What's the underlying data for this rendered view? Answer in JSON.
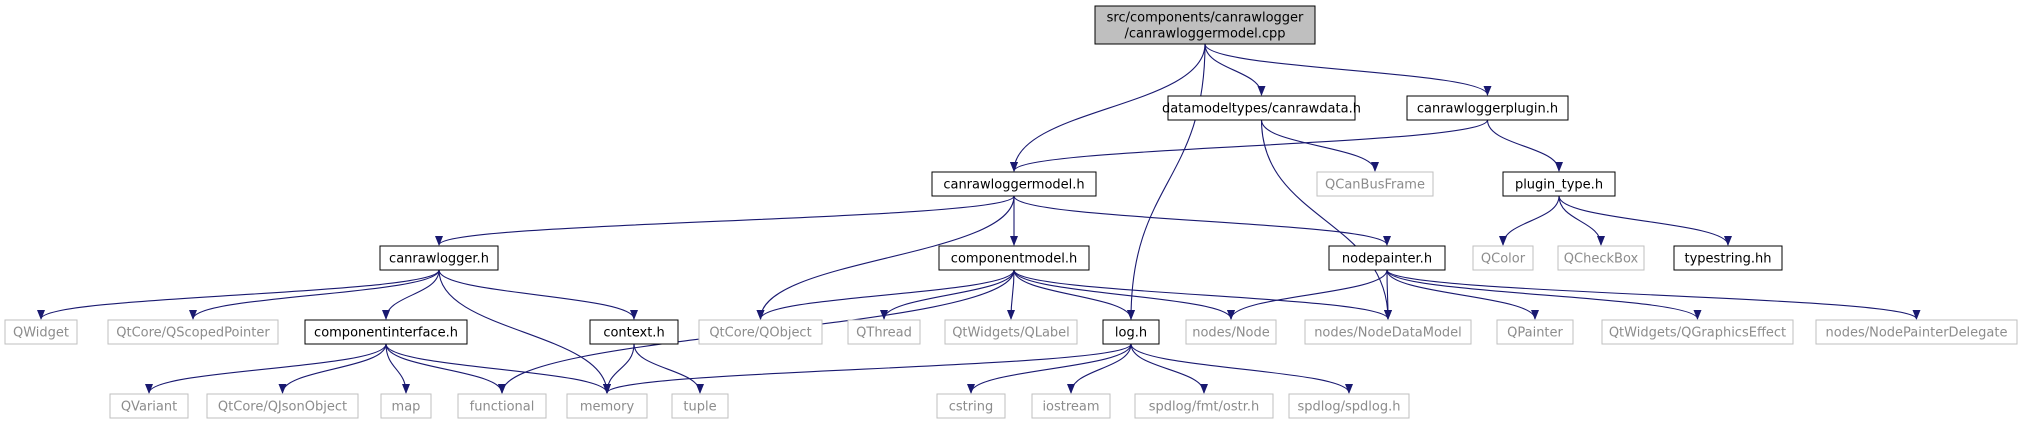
{
  "diagram": {
    "type": "include-dependency-graph",
    "edge_color": "#191970",
    "nodes": [
      {
        "id": "root",
        "kind": "root",
        "lines": [
          "src/components/canrawlogger",
          "/canrawloggermodel.cpp"
        ]
      },
      {
        "id": "canrawdata_h",
        "kind": "normal",
        "lines": [
          "datamodeltypes/canrawdata.h"
        ]
      },
      {
        "id": "canrawloggerplugin_h",
        "kind": "normal",
        "lines": [
          "canrawloggerplugin.h"
        ]
      },
      {
        "id": "canrawloggermodel_h",
        "kind": "normal",
        "lines": [
          "canrawloggermodel.h"
        ]
      },
      {
        "id": "qcanbusframe",
        "kind": "external",
        "lines": [
          "QCanBusFrame"
        ]
      },
      {
        "id": "plugin_type_h",
        "kind": "normal",
        "lines": [
          "plugin_type.h"
        ]
      },
      {
        "id": "canrawlogger_h",
        "kind": "normal",
        "lines": [
          "canrawlogger.h"
        ]
      },
      {
        "id": "componentmodel_h",
        "kind": "normal",
        "lines": [
          "componentmodel.h"
        ]
      },
      {
        "id": "nodepainter_h",
        "kind": "normal",
        "lines": [
          "nodepainter.h"
        ]
      },
      {
        "id": "qcolor",
        "kind": "external",
        "lines": [
          "QColor"
        ]
      },
      {
        "id": "qcheckbox",
        "kind": "external",
        "lines": [
          "QCheckBox"
        ]
      },
      {
        "id": "typestring_hh",
        "kind": "normal",
        "lines": [
          "typestring.hh"
        ]
      },
      {
        "id": "qwidget",
        "kind": "external",
        "lines": [
          "QWidget"
        ]
      },
      {
        "id": "qscopedpointer",
        "kind": "external",
        "lines": [
          "QtCore/QScopedPointer"
        ]
      },
      {
        "id": "componentinterface_h",
        "kind": "normal",
        "lines": [
          "componentinterface.h"
        ]
      },
      {
        "id": "context_h",
        "kind": "normal",
        "lines": [
          "context.h"
        ]
      },
      {
        "id": "qobject",
        "kind": "external",
        "lines": [
          "QtCore/QObject"
        ]
      },
      {
        "id": "qthread",
        "kind": "external",
        "lines": [
          "QThread"
        ]
      },
      {
        "id": "qlabel",
        "kind": "external",
        "lines": [
          "QtWidgets/QLabel"
        ]
      },
      {
        "id": "log_h",
        "kind": "normal",
        "lines": [
          "log.h"
        ]
      },
      {
        "id": "nodes_node",
        "kind": "external",
        "lines": [
          "nodes/Node"
        ]
      },
      {
        "id": "nodes_nodedatamodel",
        "kind": "external",
        "lines": [
          "nodes/NodeDataModel"
        ]
      },
      {
        "id": "qpainter",
        "kind": "external",
        "lines": [
          "QPainter"
        ]
      },
      {
        "id": "qgraphicseffect",
        "kind": "external",
        "lines": [
          "QtWidgets/QGraphicsEffect"
        ]
      },
      {
        "id": "nodepainterdelegate",
        "kind": "external",
        "lines": [
          "nodes/NodePainterDelegate"
        ]
      },
      {
        "id": "qvariant",
        "kind": "external",
        "lines": [
          "QVariant"
        ]
      },
      {
        "id": "qjsonobject",
        "kind": "external",
        "lines": [
          "QtCore/QJsonObject"
        ]
      },
      {
        "id": "map",
        "kind": "external",
        "lines": [
          "map"
        ]
      },
      {
        "id": "functional",
        "kind": "external",
        "lines": [
          "functional"
        ]
      },
      {
        "id": "memory",
        "kind": "external",
        "lines": [
          "memory"
        ]
      },
      {
        "id": "tuple",
        "kind": "external",
        "lines": [
          "tuple"
        ]
      },
      {
        "id": "cstring",
        "kind": "external",
        "lines": [
          "cstring"
        ]
      },
      {
        "id": "iostream",
        "kind": "external",
        "lines": [
          "iostream"
        ]
      },
      {
        "id": "fmt_ostr_h",
        "kind": "external",
        "lines": [
          "spdlog/fmt/ostr.h"
        ]
      },
      {
        "id": "spdlog_h",
        "kind": "external",
        "lines": [
          "spdlog/spdlog.h"
        ]
      }
    ],
    "edges": [
      [
        "root",
        "canrawloggermodel_h"
      ],
      [
        "root",
        "log_h"
      ],
      [
        "root",
        "canrawdata_h"
      ],
      [
        "root",
        "canrawloggerplugin_h"
      ],
      [
        "canrawdata_h",
        "qcanbusframe"
      ],
      [
        "canrawdata_h",
        "nodes_nodedatamodel"
      ],
      [
        "canrawloggerplugin_h",
        "canrawloggermodel_h"
      ],
      [
        "canrawloggerplugin_h",
        "plugin_type_h"
      ],
      [
        "plugin_type_h",
        "qcolor"
      ],
      [
        "plugin_type_h",
        "qcheckbox"
      ],
      [
        "plugin_type_h",
        "typestring_hh"
      ],
      [
        "canrawloggermodel_h",
        "canrawlogger_h"
      ],
      [
        "canrawloggermodel_h",
        "componentmodel_h"
      ],
      [
        "canrawloggermodel_h",
        "nodepainter_h"
      ],
      [
        "canrawloggermodel_h",
        "qobject"
      ],
      [
        "canrawlogger_h",
        "qwidget"
      ],
      [
        "canrawlogger_h",
        "qscopedpointer"
      ],
      [
        "canrawlogger_h",
        "componentinterface_h"
      ],
      [
        "canrawlogger_h",
        "context_h"
      ],
      [
        "canrawlogger_h",
        "memory"
      ],
      [
        "componentmodel_h",
        "qobject"
      ],
      [
        "componentmodel_h",
        "qthread"
      ],
      [
        "componentmodel_h",
        "qlabel"
      ],
      [
        "componentmodel_h",
        "log_h"
      ],
      [
        "componentmodel_h",
        "nodes_node"
      ],
      [
        "componentmodel_h",
        "nodes_nodedatamodel"
      ],
      [
        "componentmodel_h",
        "functional"
      ],
      [
        "nodepainter_h",
        "nodes_node"
      ],
      [
        "nodepainter_h",
        "nodes_nodedatamodel"
      ],
      [
        "nodepainter_h",
        "qpainter"
      ],
      [
        "nodepainter_h",
        "qgraphicseffect"
      ],
      [
        "nodepainter_h",
        "nodepainterdelegate"
      ],
      [
        "componentinterface_h",
        "qvariant"
      ],
      [
        "componentinterface_h",
        "qjsonobject"
      ],
      [
        "componentinterface_h",
        "map"
      ],
      [
        "componentinterface_h",
        "functional"
      ],
      [
        "componentinterface_h",
        "memory"
      ],
      [
        "context_h",
        "memory"
      ],
      [
        "context_h",
        "tuple"
      ],
      [
        "log_h",
        "memory"
      ],
      [
        "log_h",
        "cstring"
      ],
      [
        "log_h",
        "iostream"
      ],
      [
        "log_h",
        "fmt_ostr_h"
      ],
      [
        "log_h",
        "spdlog_h"
      ]
    ]
  }
}
